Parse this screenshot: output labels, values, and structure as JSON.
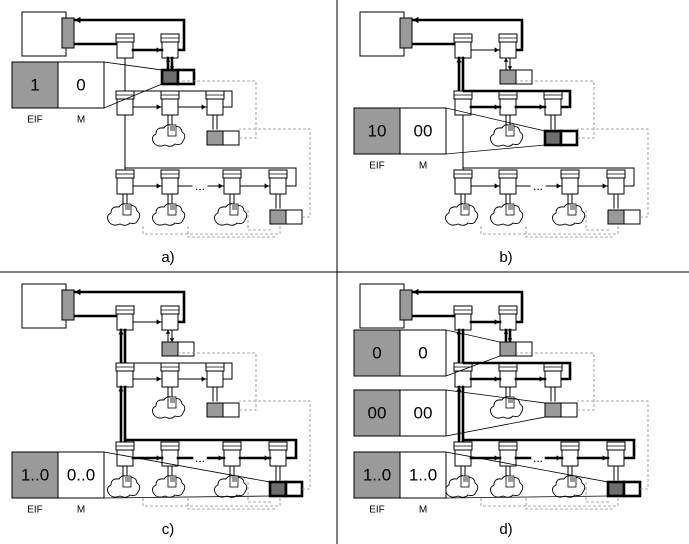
{
  "panels": [
    {
      "id": "a",
      "caption": "a)",
      "callouts": [
        {
          "eif": "1",
          "m": "0"
        }
      ]
    },
    {
      "id": "b",
      "caption": "b)",
      "callouts": [
        {
          "eif": "10",
          "m": "00"
        }
      ]
    },
    {
      "id": "c",
      "caption": "c)",
      "callouts": [
        {
          "eif": "1..0",
          "m": "0..0"
        }
      ]
    },
    {
      "id": "d",
      "caption": "d)",
      "callouts": [
        {
          "eif": "0",
          "m": "0"
        },
        {
          "eif": "00",
          "m": "00"
        },
        {
          "eif": "1..0",
          "m": "1..0"
        }
      ]
    }
  ],
  "legend": {
    "eif_label": "EIF",
    "m_label": "M"
  },
  "ellipsis": "...",
  "colors": {
    "grey": "#9a9a9a",
    "line": "#000000",
    "dashed": "#8c8c8c"
  }
}
